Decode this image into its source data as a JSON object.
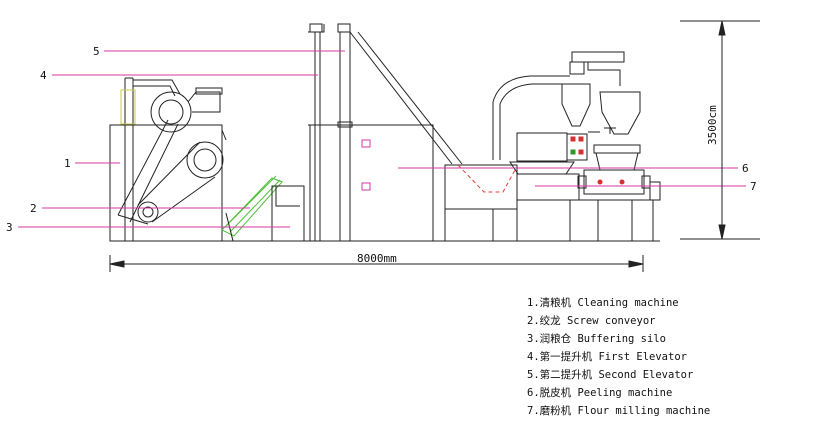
{
  "callouts": [
    {
      "num": "1"
    },
    {
      "num": "2"
    },
    {
      "num": "3"
    },
    {
      "num": "4"
    },
    {
      "num": "5"
    },
    {
      "num": "6"
    },
    {
      "num": "7"
    }
  ],
  "dimensions": {
    "width": "8000mm",
    "height": "3500cm"
  },
  "legend": [
    "1.清粮机 Cleaning machine",
    "2.绞龙 Screw conveyor",
    "3.润粮仓 Buffering silo",
    "4.第一提升机 First Elevator",
    "5.第二提升机 Second Elevator",
    "6.脱皮机 Peeling machine",
    "7.磨粉机 Flour milling machine"
  ],
  "colors": {
    "line": "#222222",
    "callout": "#d63aa5",
    "conveyor": "#4fbf3a",
    "bin": "#c8c84a",
    "hopper": "#e0403a",
    "panel_red": "#d83030",
    "panel_green": "#2a9a2a"
  }
}
